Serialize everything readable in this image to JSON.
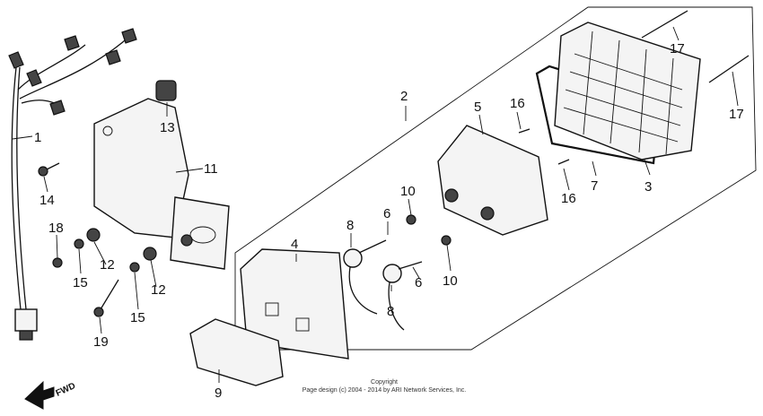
{
  "diagram": {
    "callouts": [
      "1",
      "2",
      "3",
      "4",
      "5",
      "6",
      "6",
      "7",
      "8",
      "8",
      "9",
      "10",
      "10",
      "11",
      "12",
      "12",
      "13",
      "14",
      "15",
      "15",
      "16",
      "16",
      "17",
      "17",
      "18",
      "19"
    ],
    "fwd_label": "FWD",
    "copyright": {
      "line1": "Copyright",
      "line2": "Page design (c) 2004 - 2014 by ARI Network Services, Inc."
    }
  }
}
